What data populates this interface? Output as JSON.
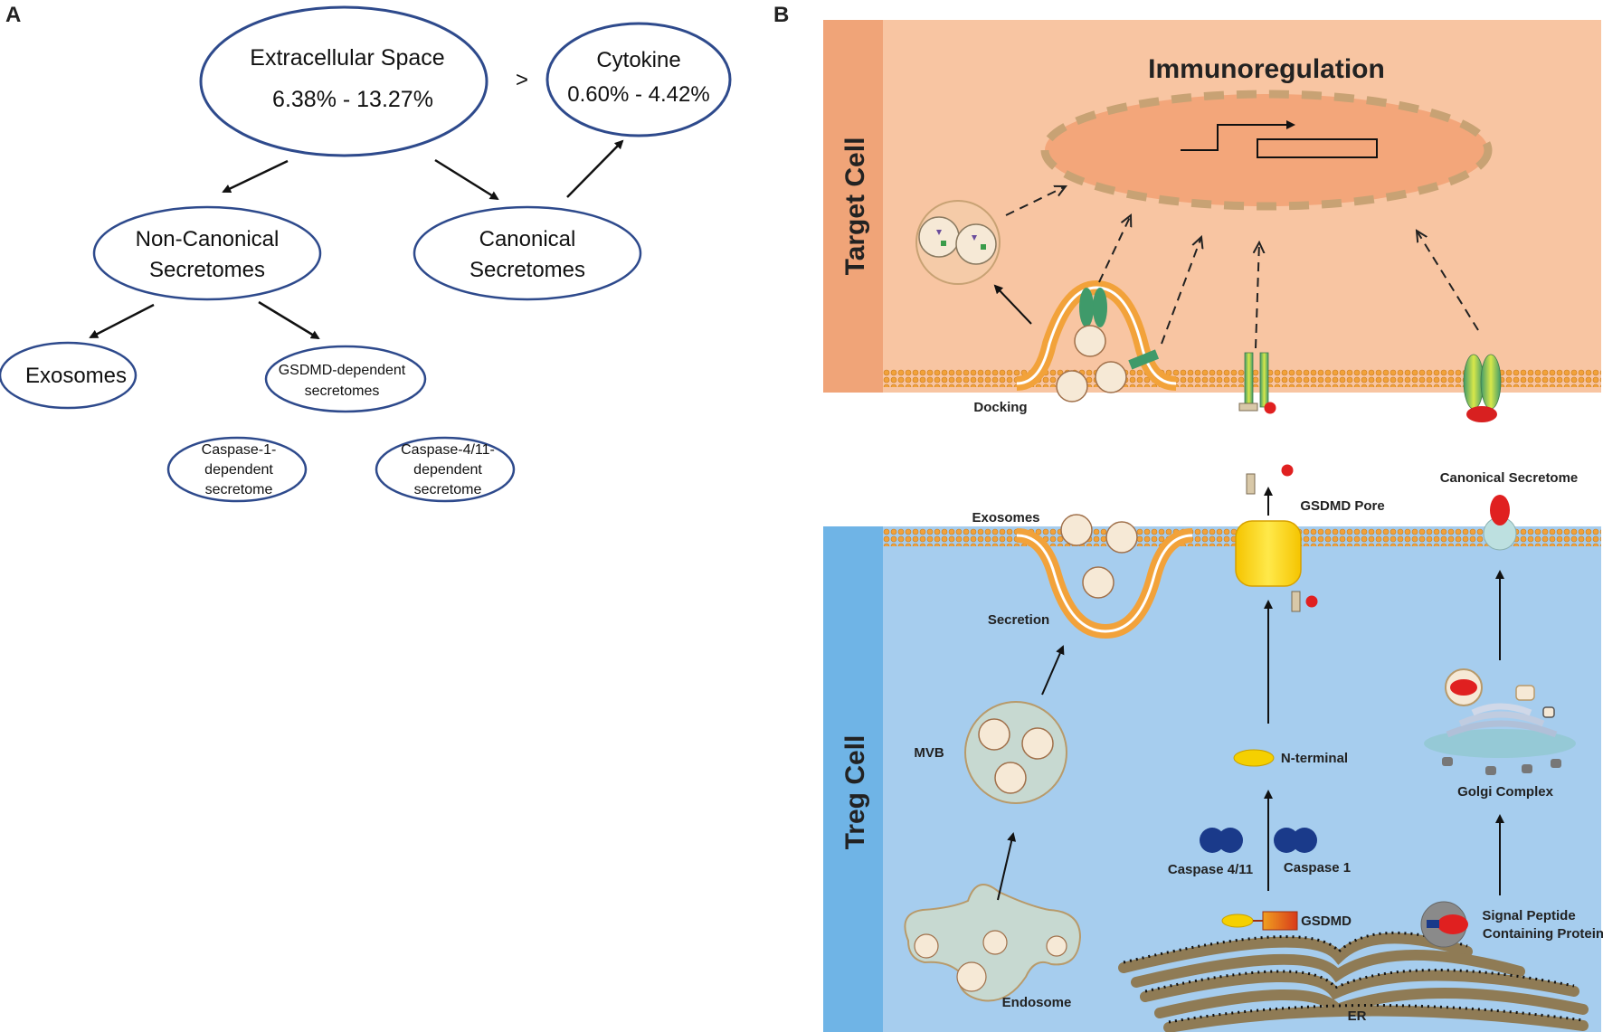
{
  "panel_a": {
    "letter": "A",
    "extracellular": {
      "title": "Extracellular Space",
      "range": "6.38% - 13.27%"
    },
    "comparison": ">",
    "cytokine": {
      "title": "Cytokine",
      "range": "0.60% - 4.42%"
    },
    "non_canonical": {
      "line1": "Non-Canonical",
      "line2": "Secretomes"
    },
    "canonical": {
      "line1": "Canonical",
      "line2": "Secretomes"
    },
    "exosomes": "Exosomes",
    "gsdmd": {
      "line1": "GSDMD-dependent",
      "line2": "secretomes"
    },
    "caspase1": {
      "line1": "Caspase-1-",
      "line2": "dependent",
      "line3": "secretome"
    },
    "caspase411": {
      "line1": "Caspase-4/11-",
      "line2": "dependent",
      "line3": "secretome"
    }
  },
  "panel_b": {
    "letter": "B",
    "target_cell": "Target Cell",
    "treg_cell": "Treg Cell",
    "immunoregulation": "Immunoregulation",
    "docking": "Docking",
    "exosomes": "Exosomes",
    "secretion": "Secretion",
    "mvb": "MVB",
    "endosome": "Endosome",
    "gsdmd_pore": "GSDMD Pore",
    "n_terminal": "N-terminal",
    "caspase_411": "Caspase 4/11",
    "caspase_1": "Caspase 1",
    "gsdmd": "GSDMD",
    "er": "ER",
    "canonical_secretome": "Canonical Secretome",
    "golgi": "Golgi Complex",
    "signal_peptide_1": "Signal Peptide",
    "signal_peptide_2": "Containing Protein"
  },
  "colors": {
    "ellipse_stroke": "#2e4a8c",
    "target_bg": "#f8c5a2",
    "target_band": "#f0a478",
    "treg_bg": "#a6cdee",
    "treg_band": "#6fb4e6",
    "membrane": "#f0a030",
    "nucleus": "#f3a67a",
    "er": "#8f7b55"
  }
}
